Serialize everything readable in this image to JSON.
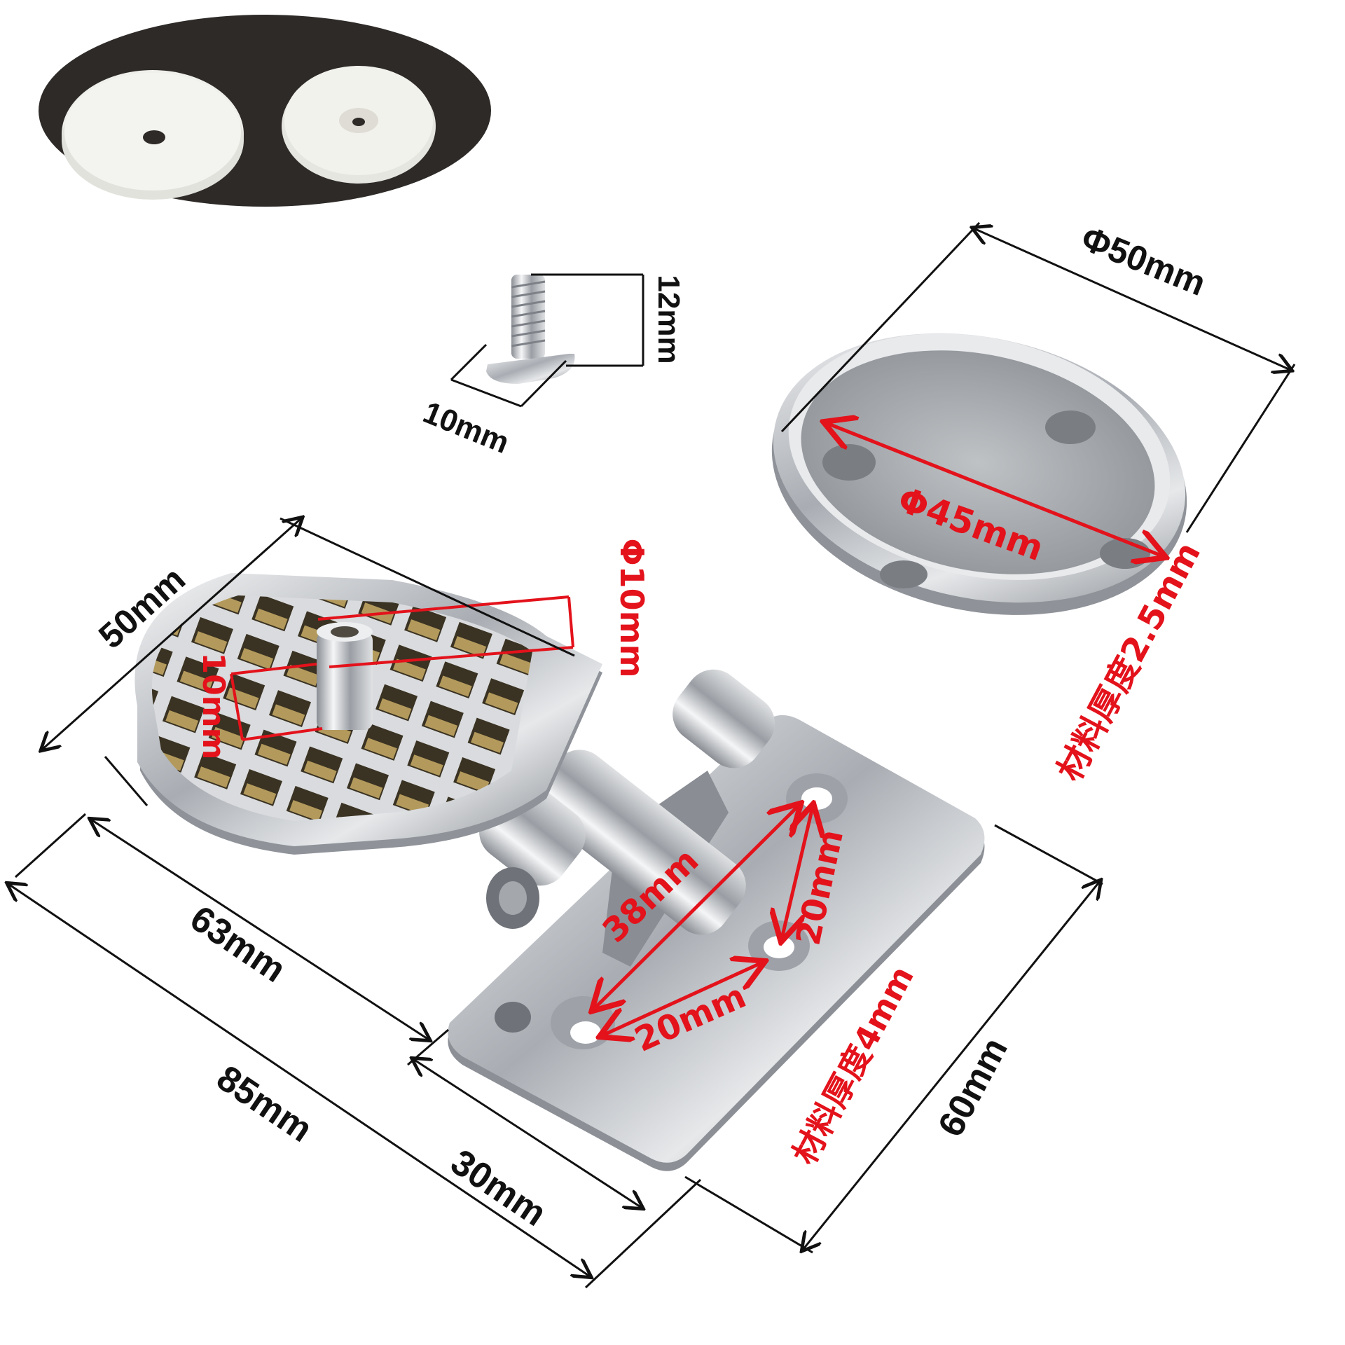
{
  "labels": {
    "screw_length": "12mm",
    "screw_head": "10mm",
    "cap_outer": "Φ50mm",
    "cap_inner": "Φ45mm",
    "cap_thickness": "材料厚度2.5mm",
    "disc_width": "50mm",
    "stud_diameter": "Φ10mm",
    "stud_height": "10mm",
    "hinge_63": "63mm",
    "hinge_85": "85mm",
    "hinge_30": "30mm",
    "plate_60": "60mm",
    "holes_38": "38mm",
    "holes_20a": "20mm",
    "holes_20b": "20mm",
    "plate_thickness": "材料厚度4mm"
  },
  "colors": {
    "dimension_line": "#111111",
    "annotation_red": "#e3121b",
    "inset_background": "#2e2a28",
    "washer": "#efefeb",
    "chrome": "#c9ccd0"
  },
  "icons": {
    "arrow": "arrow-head-icon",
    "screw": "countersunk-screw-icon"
  }
}
